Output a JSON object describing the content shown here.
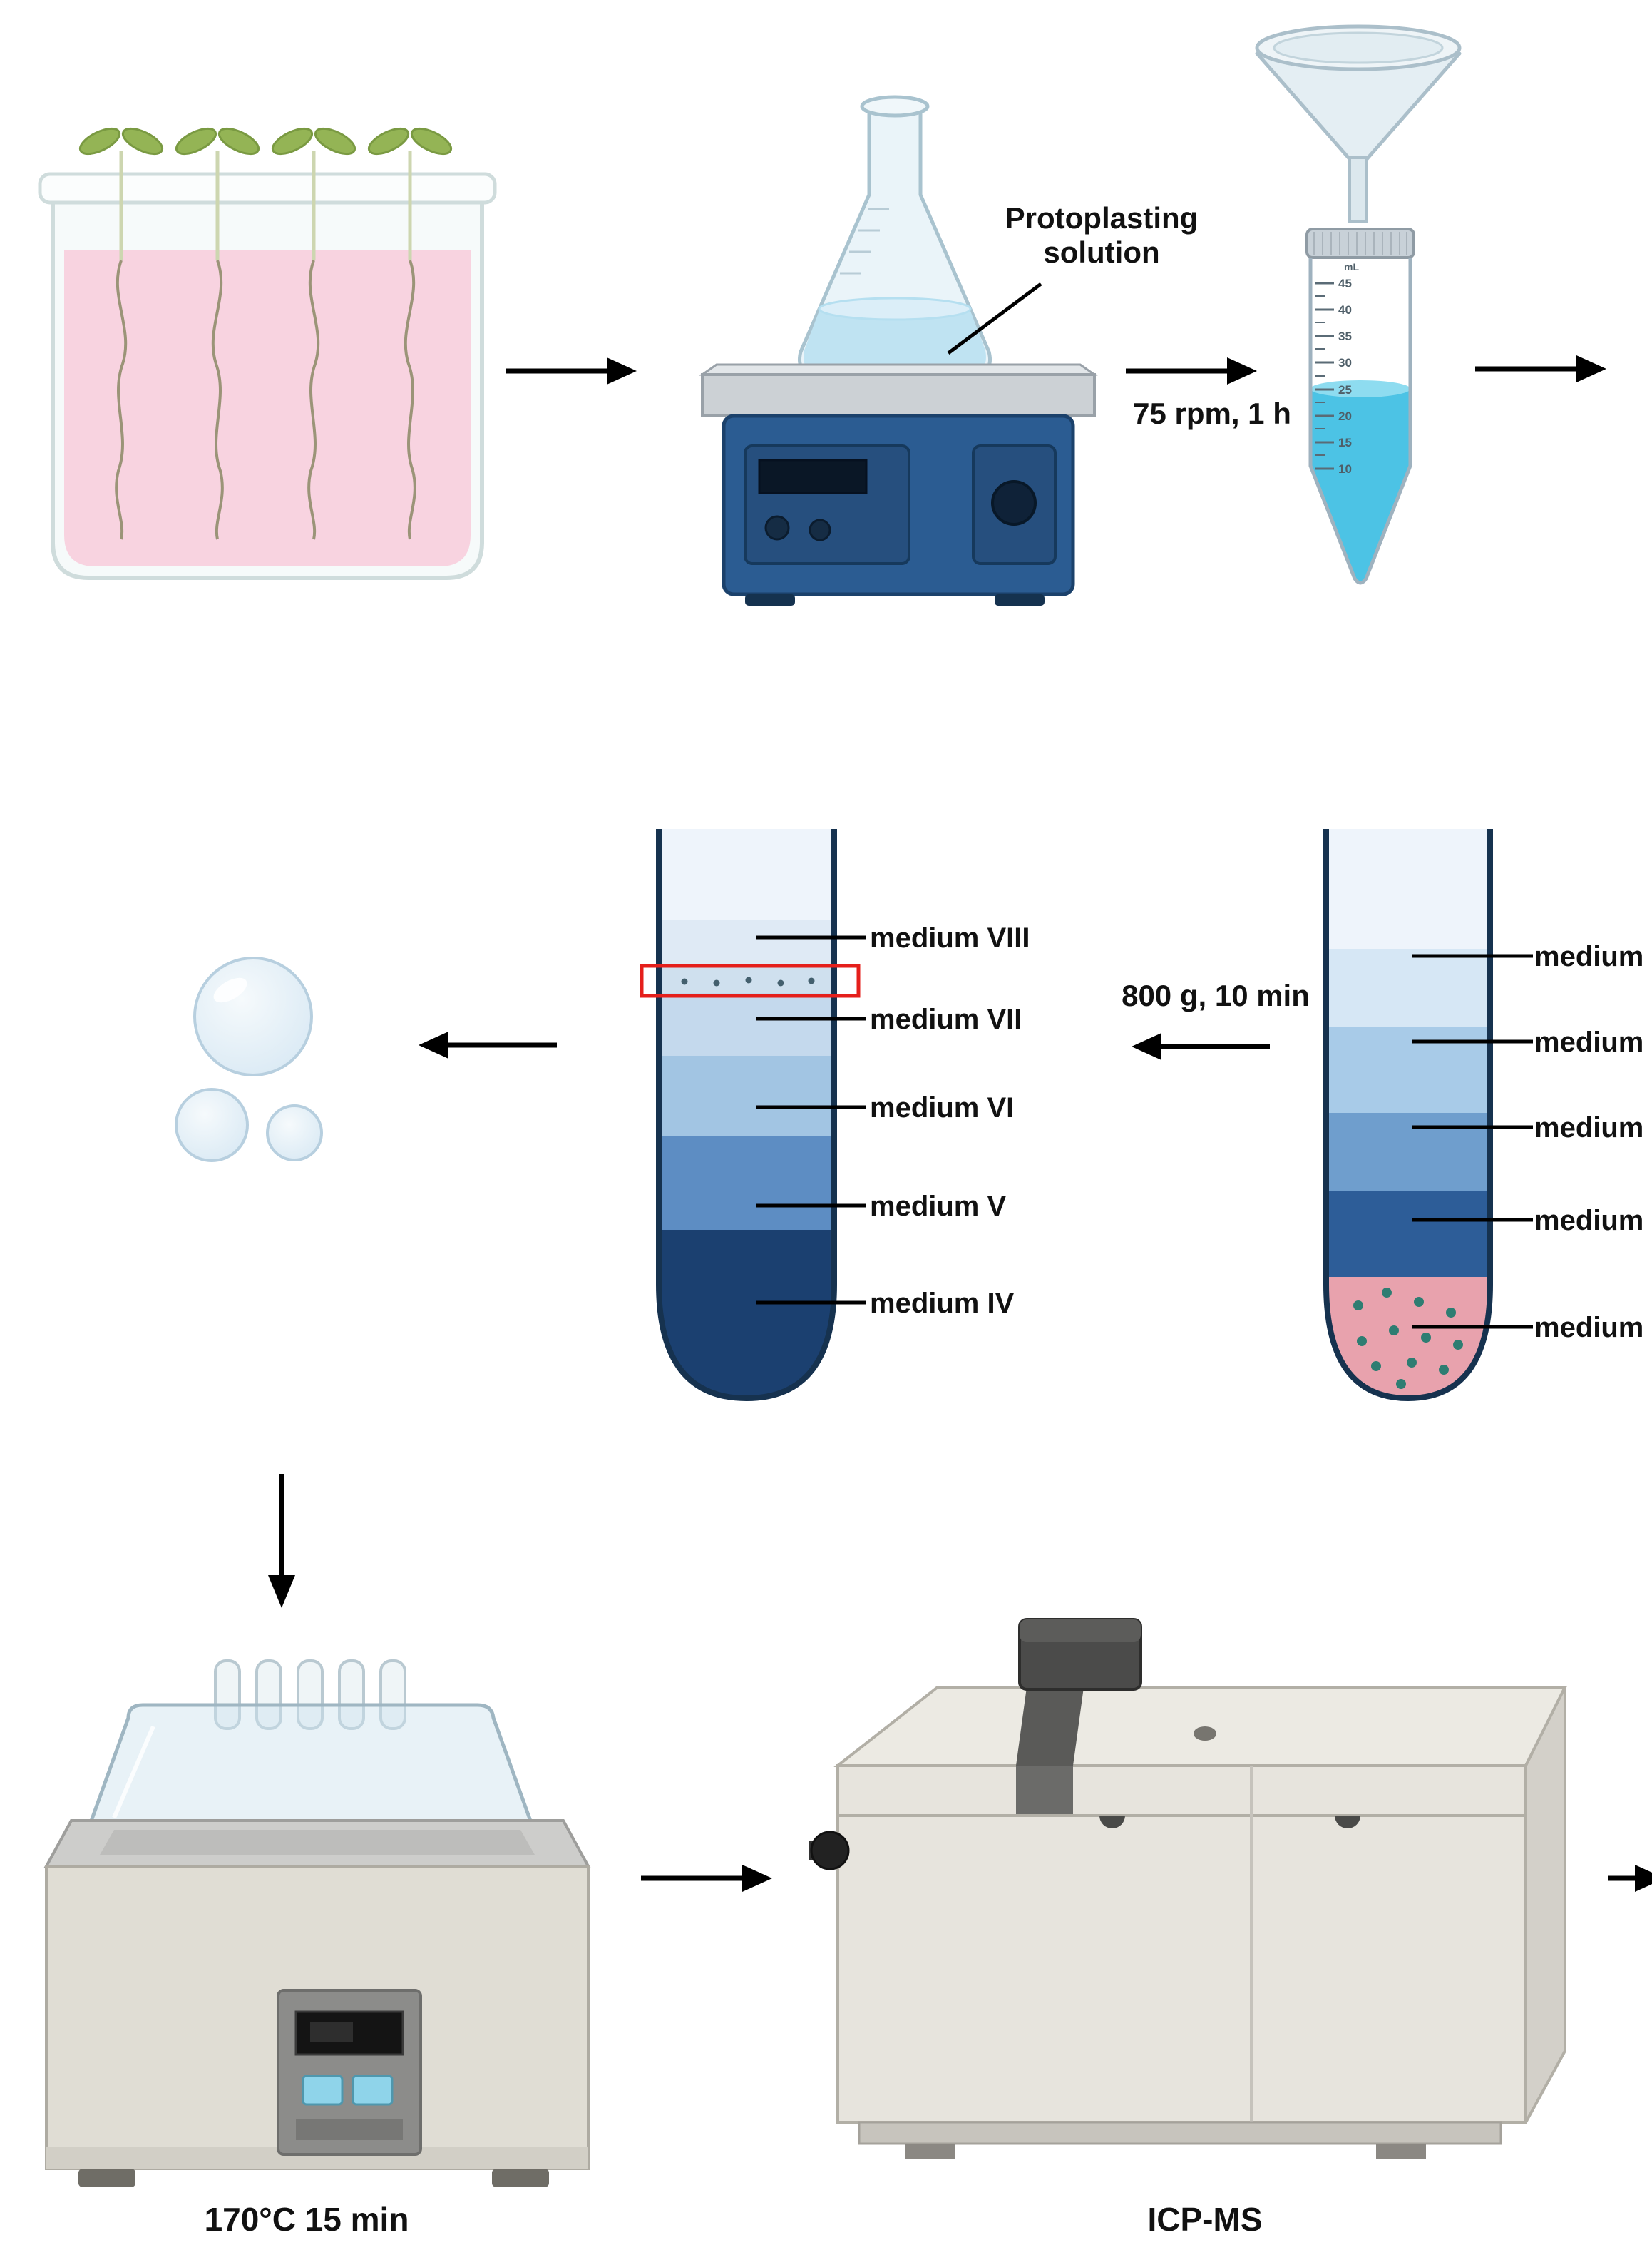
{
  "colors": {
    "culture_medium_pink": "#f8d3e0",
    "leaf_green": "#94b455",
    "flask_liquid_blue": "#bfe3f2",
    "stirrer_blue": "#2b5c92",
    "falcon_liquid_blue": "#4cc3e5",
    "gradient_top_blue": "#dfeaf5",
    "gradient_bottom_navy": "#1b4070",
    "pellet_pink": "#e8a2ad",
    "cell_dot_teal": "#2e7d72",
    "highlight_red": "#e51f1b"
  },
  "flask_label": {
    "line1": "Protoplasting",
    "line2": "solution"
  },
  "conditions": {
    "shake": "75 rpm, 1 h",
    "centrifuge": "800 g, 10 min"
  },
  "falcon_tube": {
    "unit": "mL",
    "scale": [
      "45",
      "40",
      "35",
      "30",
      "25",
      "20",
      "15",
      "10"
    ]
  },
  "gradient_tube": {
    "fractions": [
      "medium VIII",
      "medium VII",
      "medium VI",
      "medium V",
      "medium IV"
    ]
  },
  "loaded_tube": {
    "fractions": [
      "medium",
      "medium",
      "medium",
      "medium",
      "medium"
    ]
  },
  "captions": {
    "water_bath": "170°C 15 min",
    "icpms": "ICP-MS"
  }
}
